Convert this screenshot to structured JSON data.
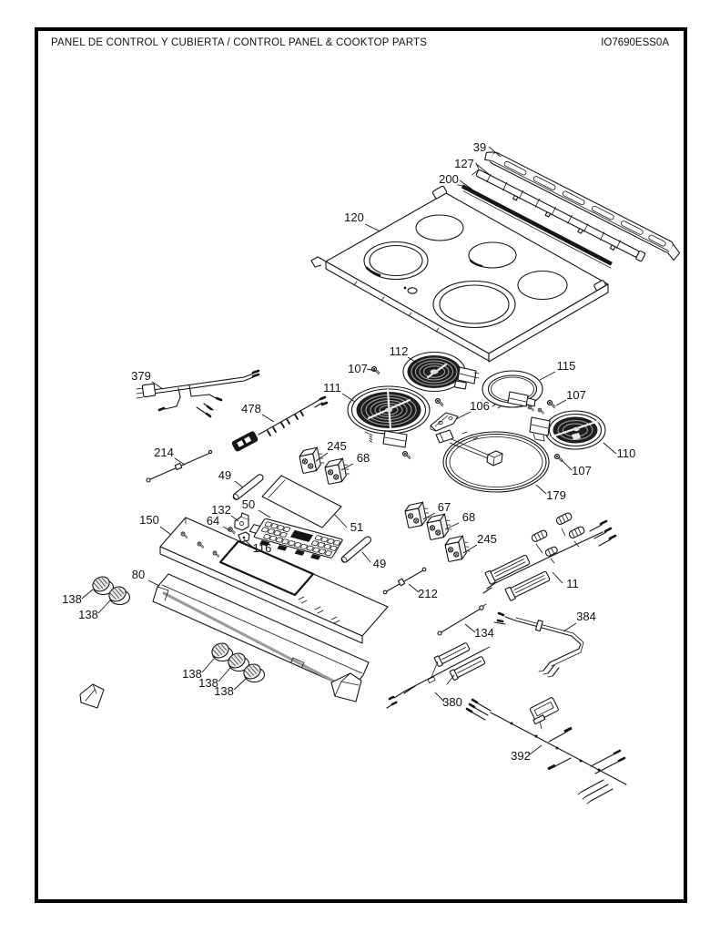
{
  "header": {
    "title": "PANEL DE CONTROL Y CUBIERTA / CONTROL PANEL & COOKTOP PARTS",
    "doc_id": "IO7690ESS0A"
  },
  "style": {
    "line_color": "#141414",
    "paper_color": "#ffffff",
    "coil_color": "#1e1e1e"
  },
  "callouts": [
    {
      "part": "39"
    },
    {
      "part": "127"
    },
    {
      "part": "200"
    },
    {
      "part": "120"
    },
    {
      "part": "112"
    },
    {
      "part": "107"
    },
    {
      "part": "115"
    },
    {
      "part": "111"
    },
    {
      "part": "106"
    },
    {
      "part": "107"
    },
    {
      "part": "110"
    },
    {
      "part": "107"
    },
    {
      "part": "179"
    },
    {
      "part": "379"
    },
    {
      "part": "478"
    },
    {
      "part": "214"
    },
    {
      "part": "245"
    },
    {
      "part": "68"
    },
    {
      "part": "49"
    },
    {
      "part": "132"
    },
    {
      "part": "50"
    },
    {
      "part": "64"
    },
    {
      "part": "51"
    },
    {
      "part": "116"
    },
    {
      "part": "150"
    },
    {
      "part": "49"
    },
    {
      "part": "67"
    },
    {
      "part": "68"
    },
    {
      "part": "245"
    },
    {
      "part": "80"
    },
    {
      "part": "138"
    },
    {
      "part": "138"
    },
    {
      "part": "11"
    },
    {
      "part": "212"
    },
    {
      "part": "384"
    },
    {
      "part": "134"
    },
    {
      "part": "138"
    },
    {
      "part": "138"
    },
    {
      "part": "138"
    },
    {
      "part": "380"
    },
    {
      "part": "392"
    }
  ]
}
